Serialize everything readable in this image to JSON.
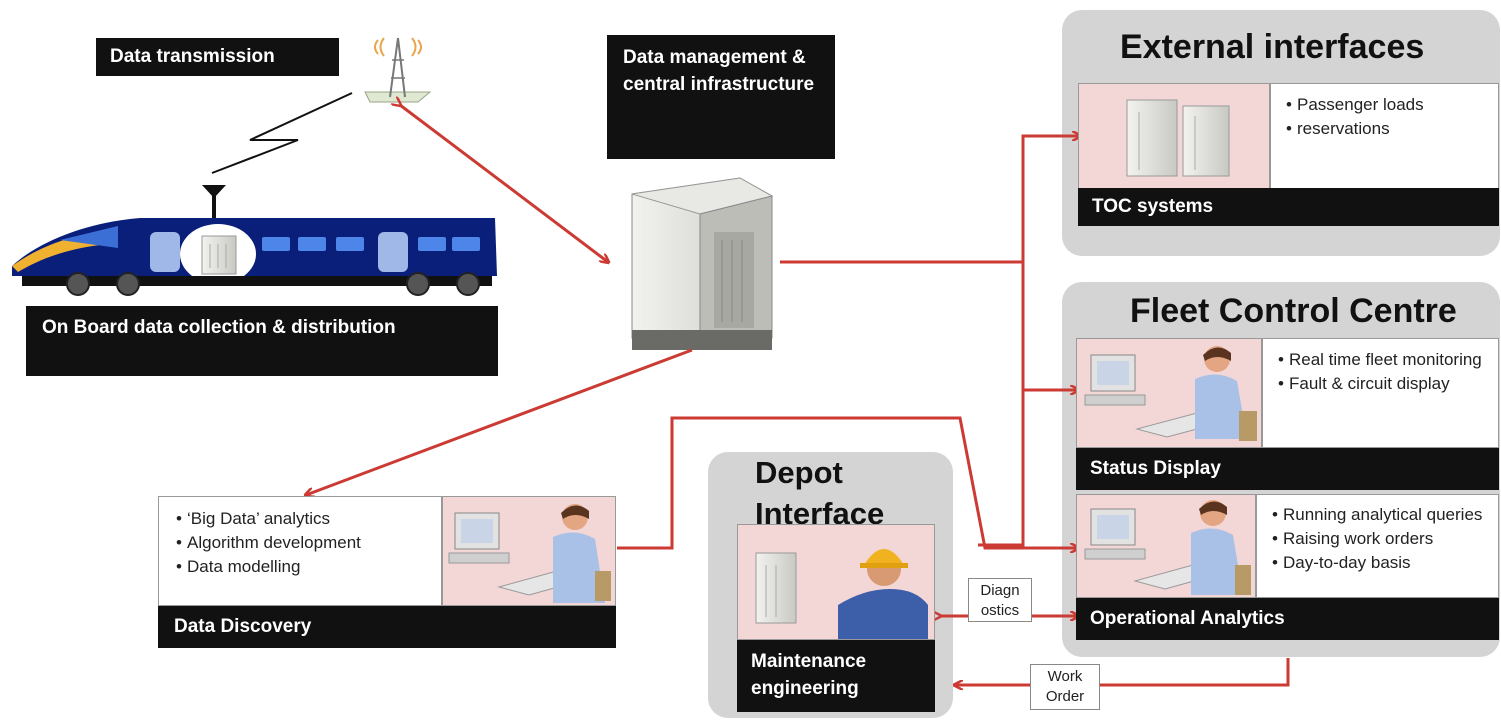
{
  "onboard": {
    "tx_label": "Data transmission",
    "collection_label": "On Board data collection & distribution"
  },
  "central": {
    "label": "Data management & central infrastructure"
  },
  "external": {
    "title": "External interfaces",
    "bullets": [
      "Passenger  loads",
      "reservations"
    ],
    "system_label": "TOC systems"
  },
  "fleet": {
    "title": "Fleet Control Centre",
    "status": {
      "bullets": [
        "Real time fleet monitoring",
        "Fault  & circuit display"
      ],
      "label": "Status Display"
    },
    "analytics": {
      "bullets": [
        "Running analytical queries",
        "Raising work orders",
        "Day-to-day basis"
      ],
      "label": "Operational Analytics"
    }
  },
  "depot": {
    "title": "Depot Interface",
    "label": "Maintenance engineering"
  },
  "discovery": {
    "bullets": [
      "‘Big Data’ analytics",
      "Algorithm development",
      "Data modelling"
    ],
    "label": "Data Discovery"
  },
  "documents": {
    "diagnostics": "Diagn ostics",
    "work_order": "Work Order"
  },
  "colors": {
    "arrow": "#cc3b33",
    "label_bg": "#111111",
    "panel_bg": "#d4d4d4",
    "pink_bg": "#f3d6d6",
    "train_blue": "#0a1f7a"
  }
}
